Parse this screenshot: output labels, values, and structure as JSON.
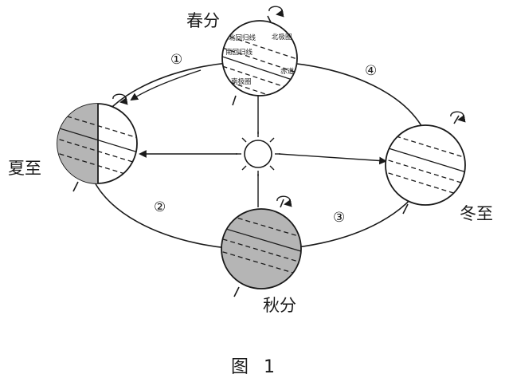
{
  "labels": {
    "spring": "春分",
    "summer": "夏至",
    "autumn": "秋分",
    "winter": "冬至",
    "caption": "图 1"
  },
  "globe_lines": {
    "arctic_circle": "北极圈",
    "tropic_cancer": "北回归线",
    "equator": "赤道",
    "tropic_capricorn": "南回归线",
    "antarctic_circle": "南极圈"
  },
  "orbit_segments": [
    "①",
    "②",
    "③",
    "④"
  ],
  "colors": {
    "stroke": "#1a1a1a",
    "night": "#b5b5b5",
    "day": "#ffffff"
  },
  "icons": [
    "sun-icon",
    "rotation-arrow-icon"
  ]
}
